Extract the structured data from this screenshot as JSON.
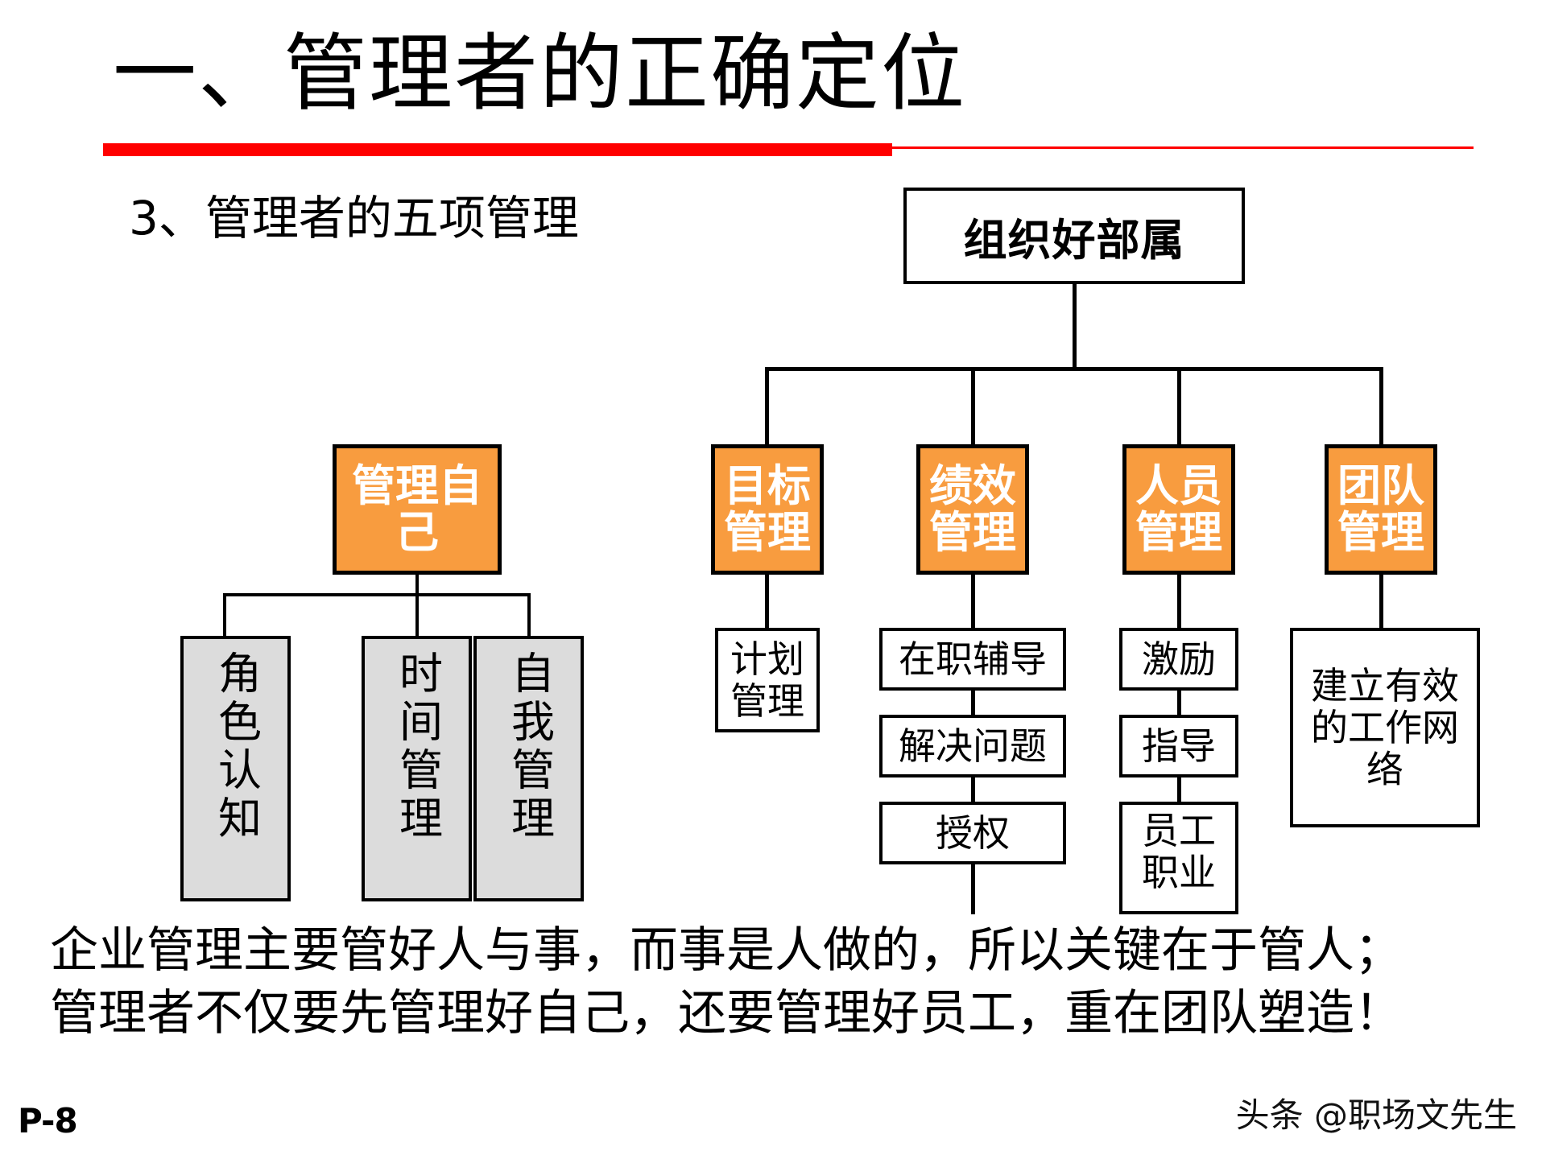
{
  "slide": {
    "title": "一、管理者的正确定位",
    "subtitle": "3、管理者的五项管理",
    "page_number": "P-8",
    "watermark": "头条 @职场文先生",
    "accent_red": "#ff0000",
    "accent_orange": "#f89c3f",
    "box_gray": "#dcdcdc"
  },
  "diagram": {
    "root": {
      "label": "组织好部属"
    },
    "self_branch": {
      "header": {
        "label": "管理自己"
      },
      "children": [
        {
          "label": "角色认知"
        },
        {
          "label": "时间管理"
        },
        {
          "label": "自我管理"
        }
      ]
    },
    "pillars": [
      {
        "label": "目标管理",
        "children": [
          {
            "label": "计划管理"
          }
        ]
      },
      {
        "label": "绩效管理",
        "children": [
          {
            "label": "在职辅导"
          },
          {
            "label": "解决问题"
          },
          {
            "label": "授权"
          }
        ]
      },
      {
        "label": "人员管理",
        "children": [
          {
            "label": "激励"
          },
          {
            "label": "指导"
          },
          {
            "label": "员工职业"
          }
        ]
      },
      {
        "label": "团队管理",
        "children": [
          {
            "label": "建立有效的工作网络"
          }
        ]
      }
    ]
  },
  "summary": {
    "line1": "企业管理主要管好人与事，而事是人做的，所以关键在于管人；",
    "line2": "管理者不仅要先管理好自己，还要管理好员工，重在团队塑造！"
  }
}
